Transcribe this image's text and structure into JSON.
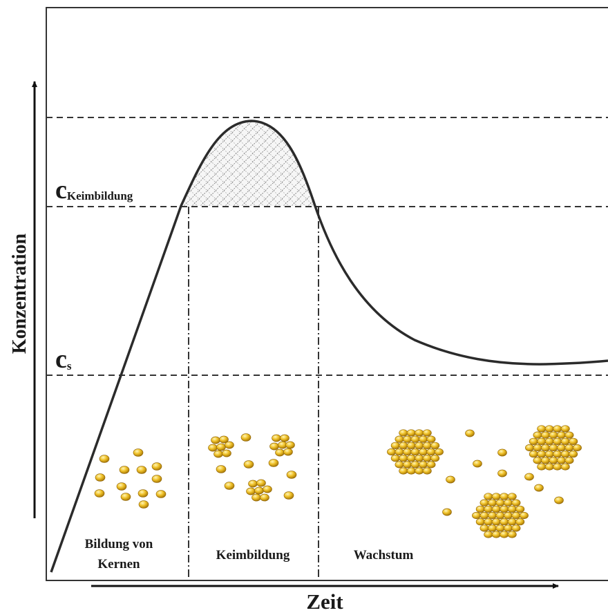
{
  "axes": {
    "y_label": "Konzentration",
    "x_label": "Zeit"
  },
  "levels": {
    "nucleation": {
      "main": "c",
      "sub": "Keimbildung"
    },
    "saturation": {
      "main": "c",
      "sub": "s"
    }
  },
  "phases": {
    "nuclei_formation": [
      "Bildung von",
      "Kernen"
    ],
    "nucleation": "Keimbildung",
    "growth": "Wachstum"
  },
  "colors": {
    "line": "#2b2b2b",
    "particle_light": "#fff3a6",
    "particle_mid": "#e9b91c",
    "particle_dark": "#9a6a00",
    "hatch": "#6a6a6a"
  }
}
